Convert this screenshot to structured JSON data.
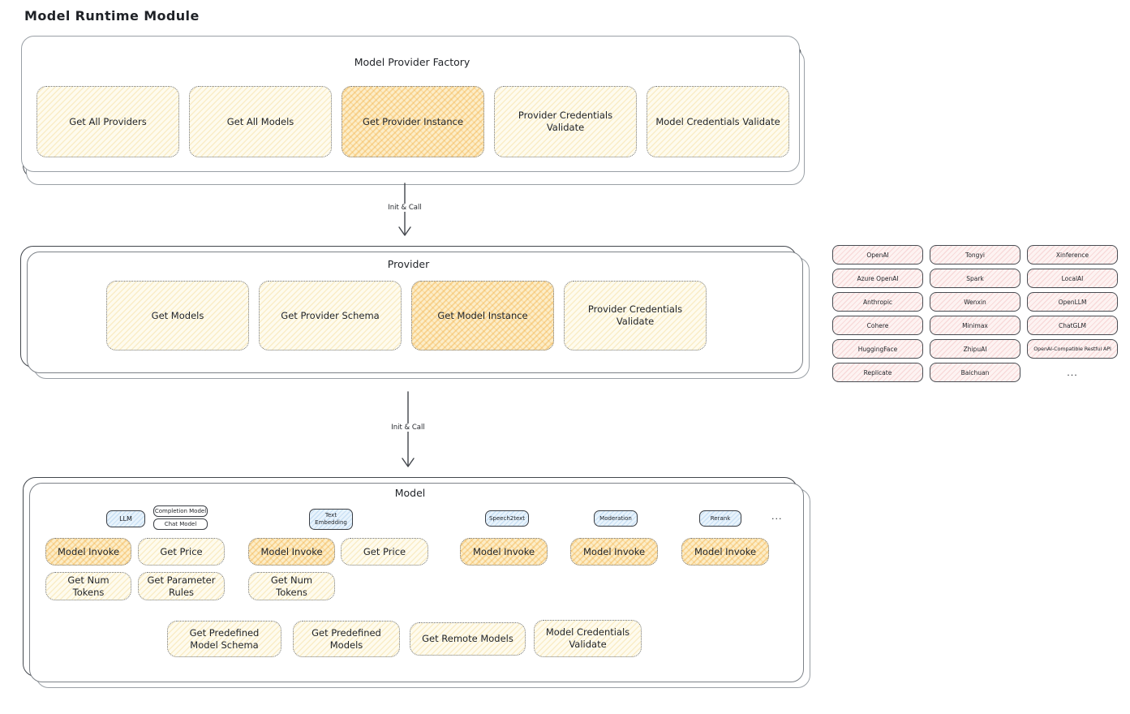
{
  "page": {
    "title": "Model Runtime Module"
  },
  "factory": {
    "title": "Model Provider Factory",
    "items": [
      {
        "label": "Get All Providers",
        "highlight": false
      },
      {
        "label": "Get All Models",
        "highlight": false
      },
      {
        "label": "Get Provider Instance",
        "highlight": true
      },
      {
        "label": "Provider Credentials Validate",
        "highlight": false
      },
      {
        "label": "Model Credentials Validate",
        "highlight": false
      }
    ]
  },
  "arrow1": {
    "label": "Init & Call"
  },
  "arrow2": {
    "label": "Init & Call"
  },
  "provider": {
    "title": "Provider",
    "items": [
      {
        "label": "Get Models",
        "highlight": false
      },
      {
        "label": "Get Provider Schema",
        "highlight": false
      },
      {
        "label": "Get Model Instance",
        "highlight": true
      },
      {
        "label": "Provider Credentials Validate",
        "highlight": false
      }
    ]
  },
  "providers_panel": {
    "items": [
      "OpenAI",
      "Tongyi",
      "Xinference",
      "Azure OpenAI",
      "Spark",
      "LocalAI",
      "Anthropic",
      "Wenxin",
      "OpenLLM",
      "Cohere",
      "Minimax",
      "ChatGLM",
      "HuggingFace",
      "ZhipuAI",
      "OpenAI-Compatible Restful API",
      "Replicate",
      "Baichuan"
    ],
    "ellipsis": "..."
  },
  "model": {
    "title": "Model",
    "tabs": {
      "llm": "LLM",
      "completion_model": "Completion Model",
      "chat_model": "Chat Model",
      "text_embedding": "Text Embedding",
      "speech2text": "Speech2text",
      "moderation": "Moderation",
      "rerank": "Rerank",
      "ellipsis": "..."
    },
    "row1": [
      "Model Invoke",
      "Get Price",
      "Model Invoke",
      "Get Price",
      "Model Invoke",
      "Model Invoke",
      "Model Invoke"
    ],
    "row2": [
      "Get Num Tokens",
      "Get Parameter Rules",
      "Get Num Tokens"
    ],
    "row3": [
      "Get Predefined Model Schema",
      "Get Predefined Models",
      "Get Remote Models",
      "Model Credentials Validate"
    ]
  },
  "colors": {
    "yellow_fill": "#fefbee",
    "orange_fill": "#fcedc8",
    "pink_fill": "#fdf3f2",
    "blue_fill": "#e8f3fc",
    "ink": "#1f2227"
  }
}
